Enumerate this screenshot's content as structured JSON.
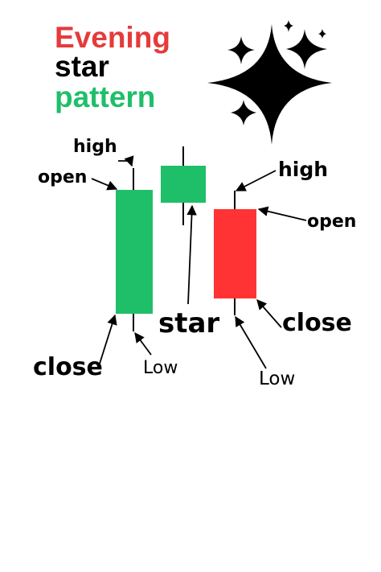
{
  "title": {
    "line1": "Evening",
    "line2": "star",
    "line3": "pattern",
    "colors": {
      "line1": "#e53b3b",
      "line2": "#000000",
      "line3": "#1fbf6a"
    }
  },
  "labels": {
    "c1_high": "high",
    "c1_open": "open",
    "c1_close": "close",
    "c1_low": "Low",
    "star": "star",
    "c3_high": "high",
    "c3_open": "open",
    "c3_close": "close",
    "c3_low": "Low"
  },
  "colors": {
    "bullish": "#1fbf6a",
    "bearish": "#ff3333",
    "ink": "#000000"
  },
  "icons": [
    "sparkle-large-icon",
    "sparkle-medium-icon",
    "sparkle-small-icon"
  ]
}
